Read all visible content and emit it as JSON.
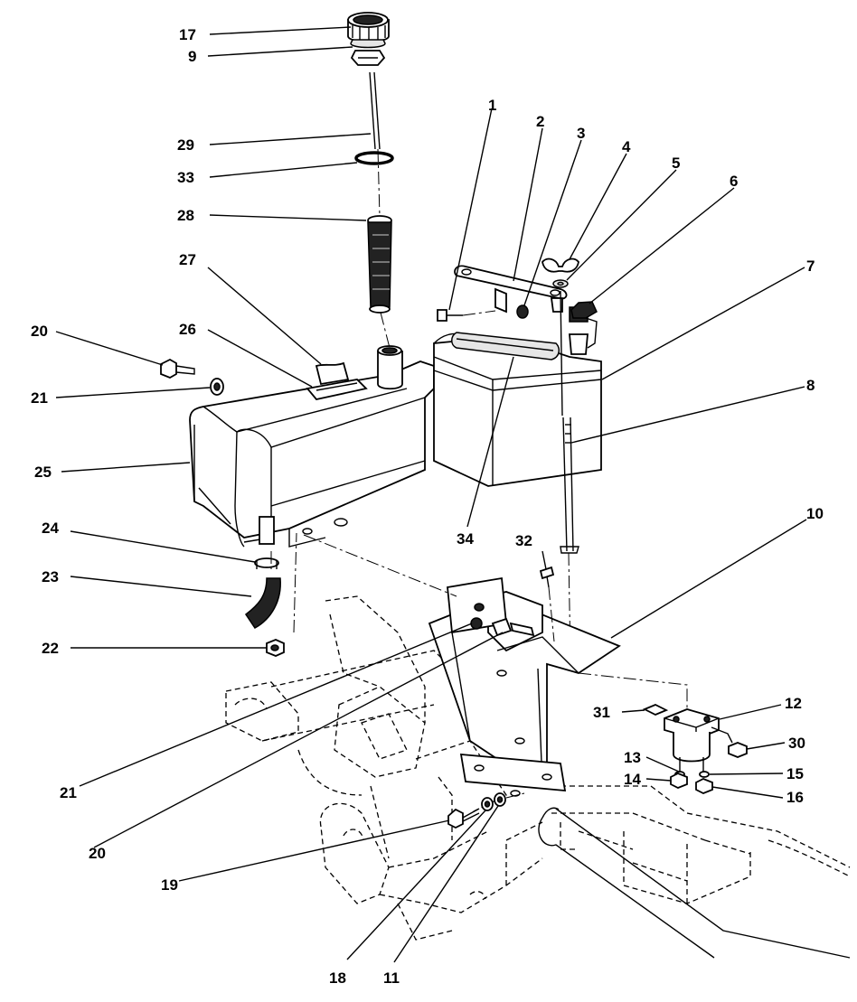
{
  "callouts": [
    {
      "id": "c17",
      "text": "17"
    },
    {
      "id": "c9",
      "text": "9"
    },
    {
      "id": "c29",
      "text": "29"
    },
    {
      "id": "c33",
      "text": "33"
    },
    {
      "id": "c28",
      "text": "28"
    },
    {
      "id": "c27",
      "text": "27"
    },
    {
      "id": "c26",
      "text": "26"
    },
    {
      "id": "c20a",
      "text": "20"
    },
    {
      "id": "c21a",
      "text": "21"
    },
    {
      "id": "c25",
      "text": "25"
    },
    {
      "id": "c24",
      "text": "24"
    },
    {
      "id": "c23",
      "text": "23"
    },
    {
      "id": "c22",
      "text": "22"
    },
    {
      "id": "c21b",
      "text": "21"
    },
    {
      "id": "c20b",
      "text": "20"
    },
    {
      "id": "c19",
      "text": "19"
    },
    {
      "id": "c18",
      "text": "18"
    },
    {
      "id": "c11",
      "text": "11"
    },
    {
      "id": "c1",
      "text": "1"
    },
    {
      "id": "c2",
      "text": "2"
    },
    {
      "id": "c3",
      "text": "3"
    },
    {
      "id": "c4",
      "text": "4"
    },
    {
      "id": "c5",
      "text": "5"
    },
    {
      "id": "c6",
      "text": "6"
    },
    {
      "id": "c7",
      "text": "7"
    },
    {
      "id": "c8",
      "text": "8"
    },
    {
      "id": "c34",
      "text": "34"
    },
    {
      "id": "c32",
      "text": "32"
    },
    {
      "id": "c10",
      "text": "10"
    },
    {
      "id": "c12",
      "text": "12"
    },
    {
      "id": "c31",
      "text": "31"
    },
    {
      "id": "c30",
      "text": "30"
    },
    {
      "id": "c13",
      "text": "13"
    },
    {
      "id": "c14",
      "text": "14"
    },
    {
      "id": "c15",
      "text": "15"
    },
    {
      "id": "c16",
      "text": "16"
    }
  ]
}
